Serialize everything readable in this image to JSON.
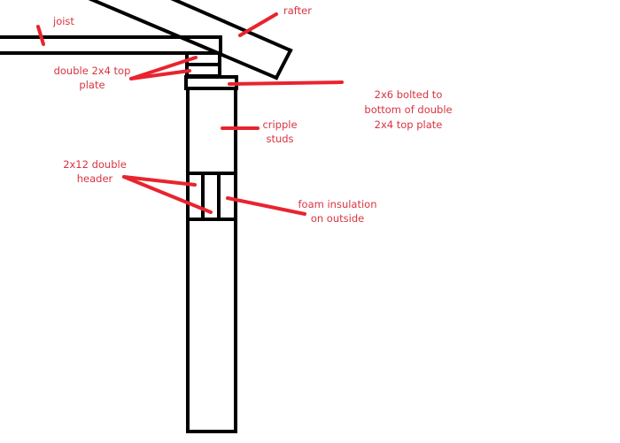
{
  "title": "Wall framing section sketch",
  "colors": {
    "lines": "#000000",
    "annotations": "#e8242f"
  },
  "labels": {
    "joist": "joist",
    "rafter": "rafter",
    "top_plate": [
      "double 2x4 top",
      "plate"
    ],
    "bolted_2x6": [
      "2x6 bolted to",
      "bottom of double",
      "2x4 top plate"
    ],
    "cripple_studs": [
      "cripple",
      "studs"
    ],
    "header": [
      "2x12 double",
      "header"
    ],
    "foam": [
      "foam insulation",
      "on outside"
    ]
  }
}
